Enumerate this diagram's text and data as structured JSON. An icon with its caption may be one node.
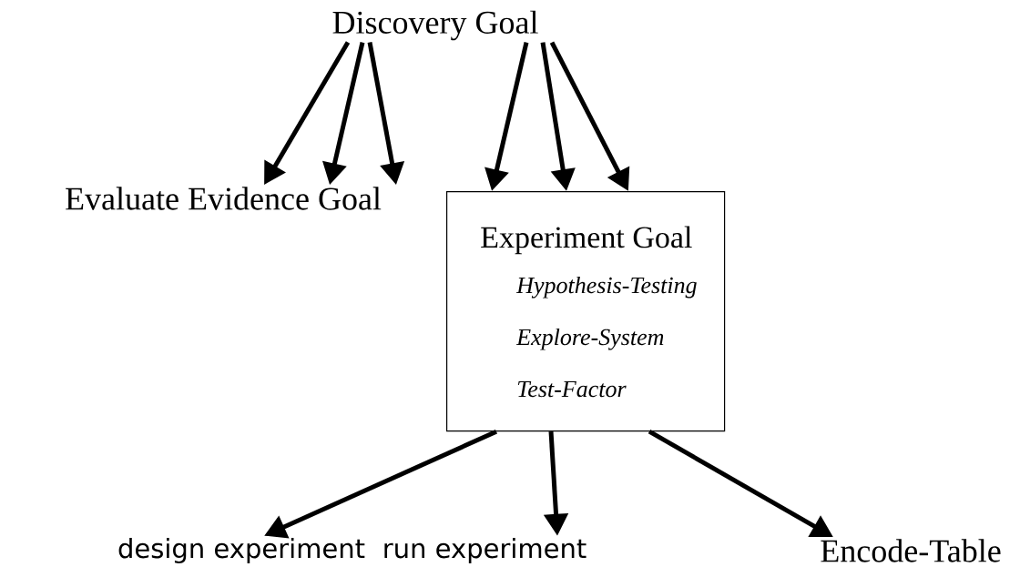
{
  "diagram": {
    "nodes": [
      {
        "text": [
          "Discovery Goal"
        ]
      },
      {
        "text": [
          "Evaluate Evidence Goal"
        ]
      },
      {
        "text": [
          "Experiment Goal",
          "Hypothesis-Testing",
          "Explore-System",
          "Test-Factor"
        ]
      },
      {
        "text": [
          "design experiment"
        ]
      },
      {
        "text": [
          "run experiment"
        ]
      },
      {
        "text": [
          "Encode-Table"
        ]
      }
    ],
    "edges": [
      {
        "from": 0,
        "to": 1,
        "arrow": "to"
      },
      {
        "from": 0,
        "to": 1,
        "arrow": "to"
      },
      {
        "from": 0,
        "to": 1,
        "arrow": "to"
      },
      {
        "from": 0,
        "to": 2,
        "arrow": "to"
      },
      {
        "from": 0,
        "to": 2,
        "arrow": "to"
      },
      {
        "from": 0,
        "to": 2,
        "arrow": "to"
      },
      {
        "from": 2,
        "to": 3,
        "arrow": "to"
      },
      {
        "from": 2,
        "to": 4,
        "arrow": "to"
      },
      {
        "from": 2,
        "to": 5,
        "arrow": "to"
      }
    ]
  }
}
